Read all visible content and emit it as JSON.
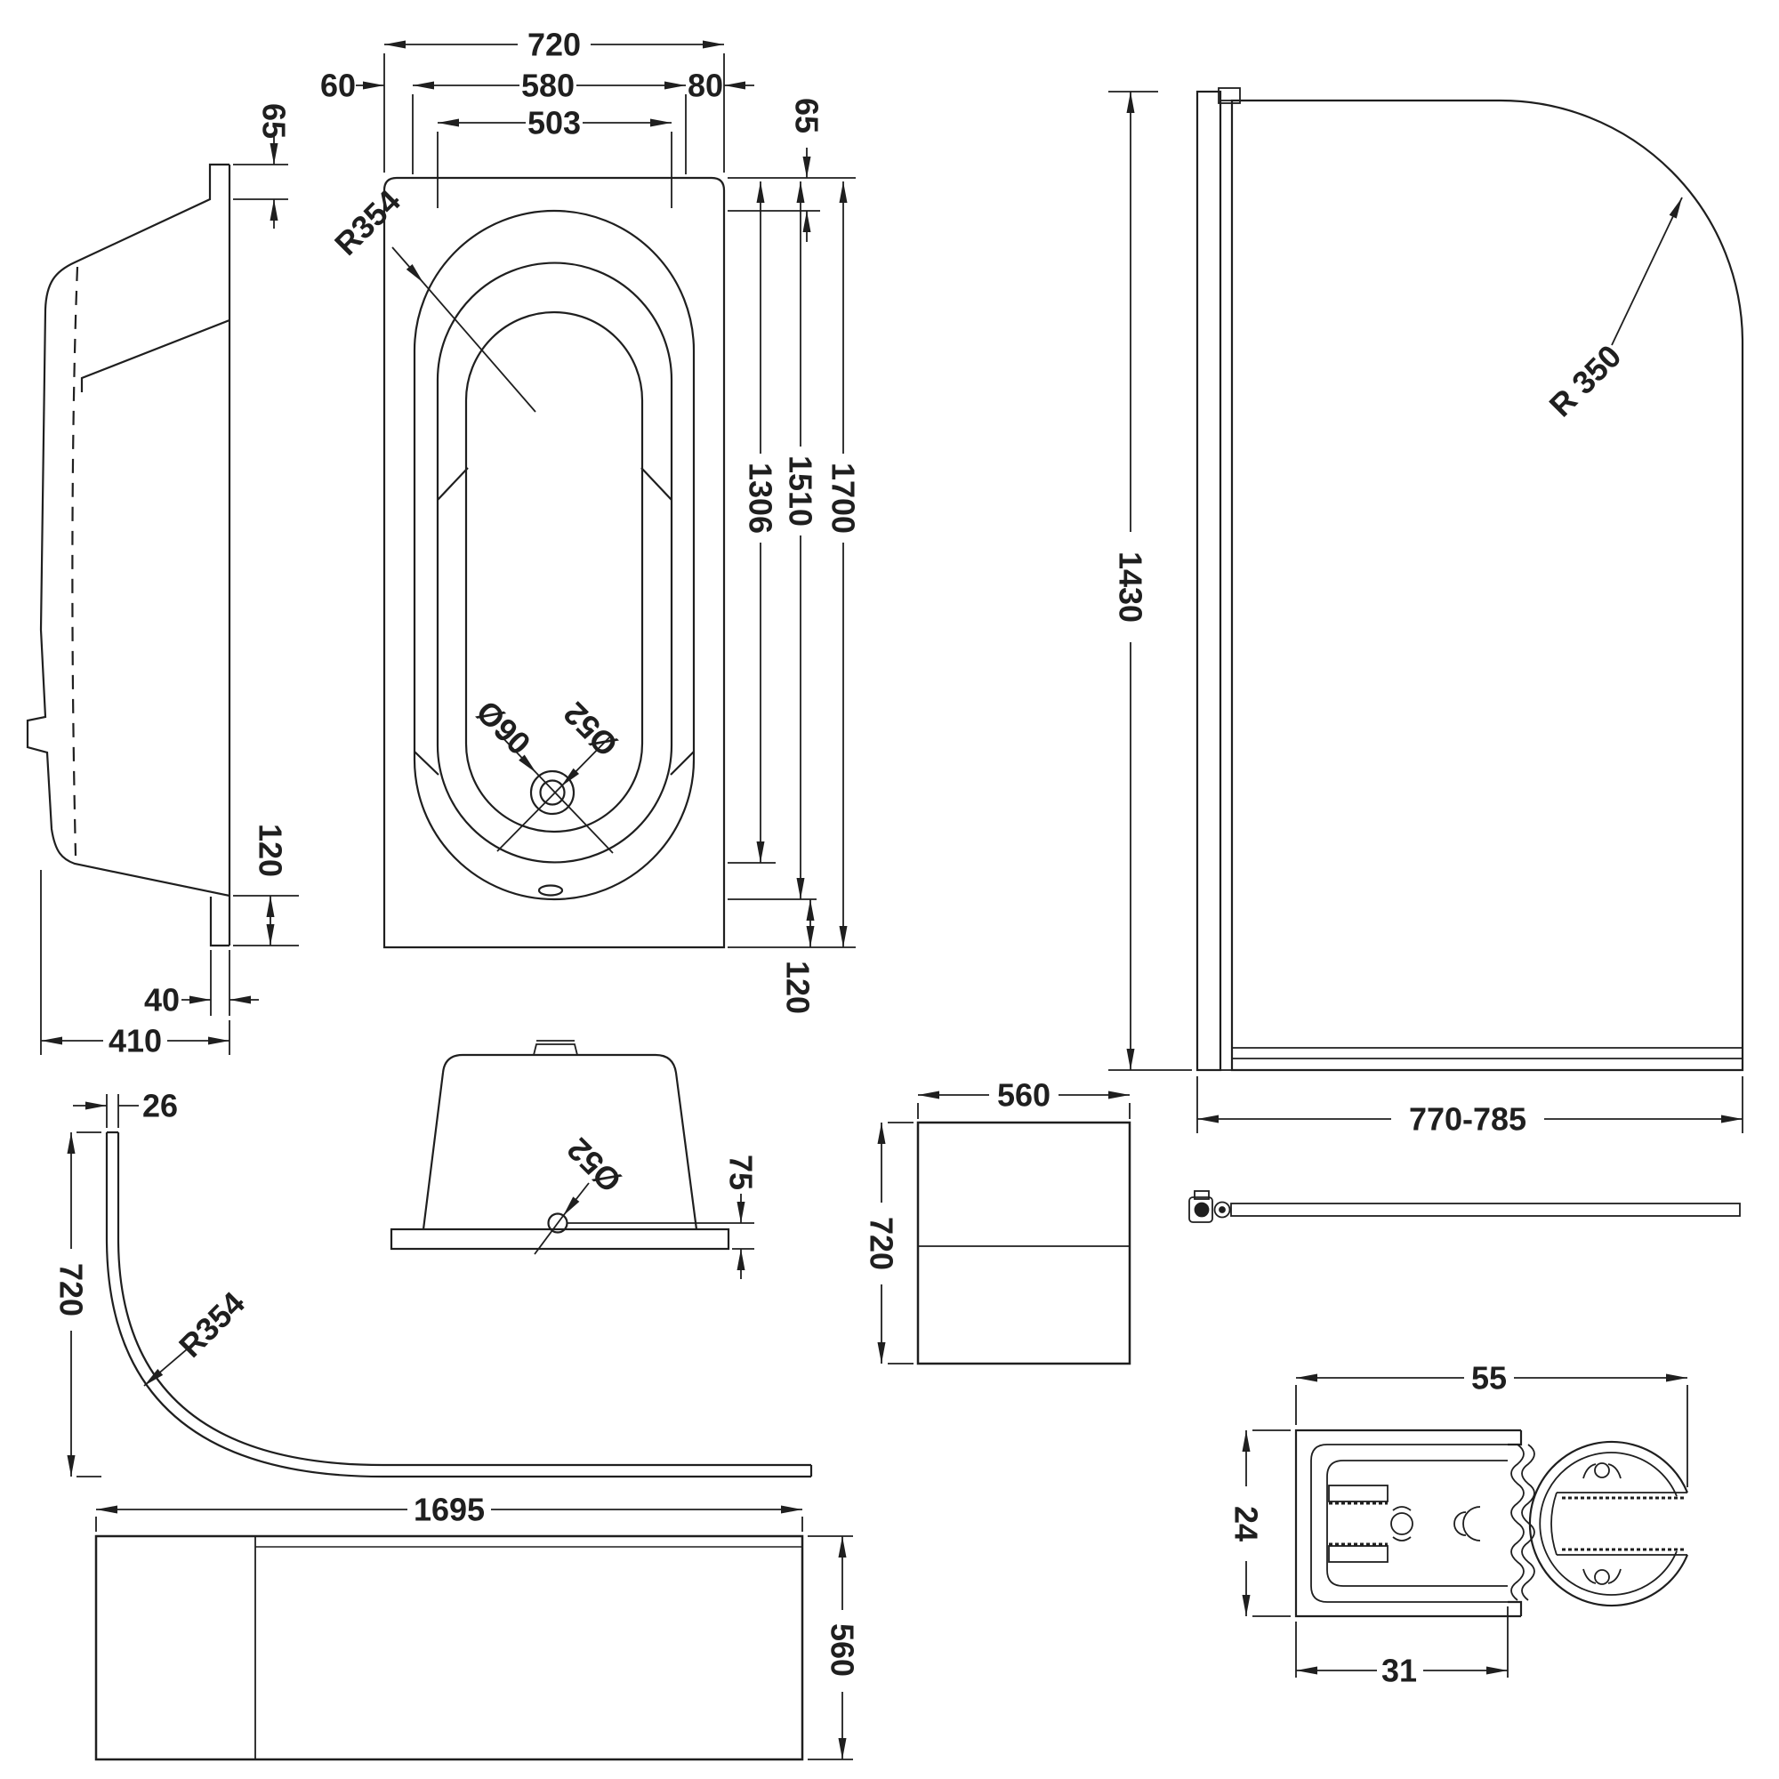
{
  "page": {
    "title": "P-shaped shower bath technical dimension drawing",
    "background": "#ffffff",
    "line_color": "#1f1f1f"
  },
  "views": {
    "side": {
      "label": "bath side elevation",
      "dims": {
        "rim_step": "65",
        "leg_height": "120",
        "leg_width": "40",
        "depth": "410"
      }
    },
    "plan": {
      "label": "bath plan view",
      "dims": {
        "width": "720",
        "edge_left": "60",
        "inner_width": "580",
        "edge_right": "80",
        "well_width": "503",
        "radius": "R354",
        "rim_inset": "65",
        "len_well": "1306",
        "len_inner": "1510",
        "len_total": "1700",
        "end_inset": "120",
        "drain_outer": "Ø90",
        "drain_inner": "Ø52"
      }
    },
    "screen": {
      "label": "shower screen elevation",
      "dims": {
        "height": "1430",
        "radius": "R 350",
        "width": "770-785"
      }
    },
    "end": {
      "label": "bath end view",
      "dims": {
        "drain": "Ø52",
        "drain_height": "75"
      }
    },
    "end_panel": {
      "label": "end panel",
      "dims": {
        "width": "560",
        "height": "720"
      }
    },
    "curve_panel": {
      "label": "curved panel profile",
      "dims": {
        "thickness": "26",
        "height": "720",
        "radius": "R354"
      }
    },
    "front_panel": {
      "label": "front panel elevation",
      "dims": {
        "length": "1695",
        "height": "560"
      }
    },
    "profile": {
      "label": "frame profile section",
      "dims": {
        "width": "55",
        "height": "24",
        "inner_width": "31"
      }
    }
  }
}
